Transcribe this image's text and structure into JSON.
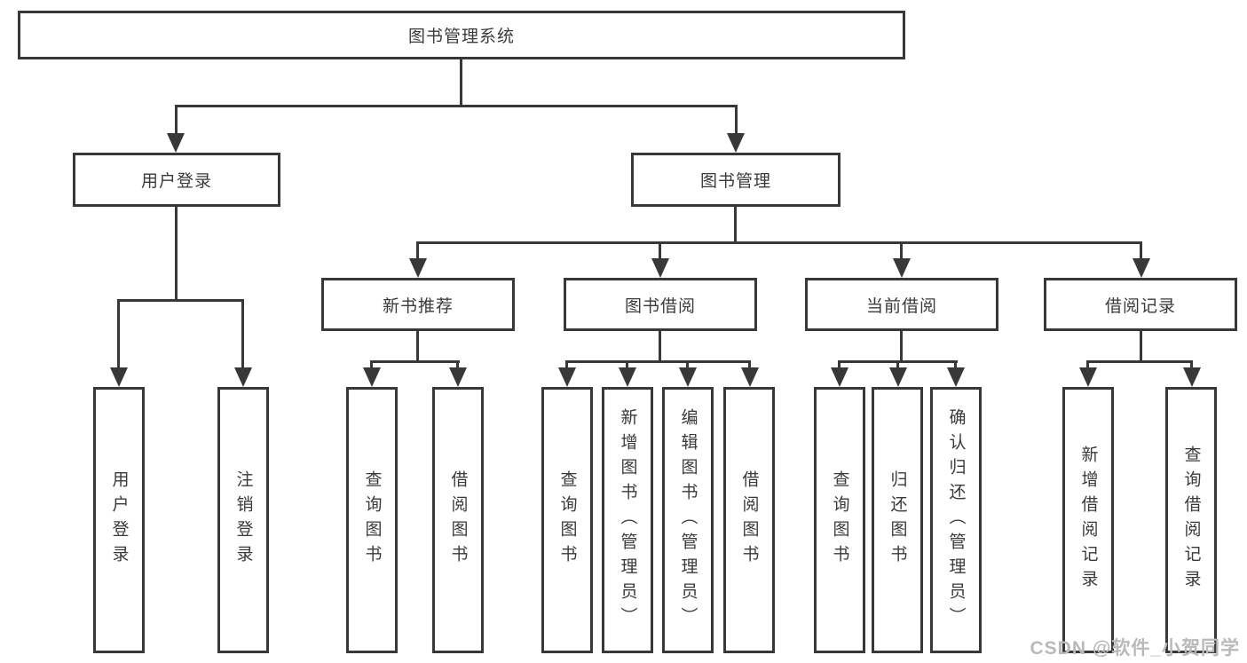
{
  "title": "图书管理系统",
  "tree": {
    "label": "图书管理系统",
    "children": [
      {
        "label": "用户登录",
        "children": [
          {
            "label": "用户登录"
          },
          {
            "label": "注销登录"
          }
        ]
      },
      {
        "label": "图书管理",
        "children": [
          {
            "label": "新书推荐",
            "children": [
              {
                "label": "查询图书"
              },
              {
                "label": "借阅图书"
              }
            ]
          },
          {
            "label": "图书借阅",
            "children": [
              {
                "label": "查询图书"
              },
              {
                "label": "新增图书（管理员）"
              },
              {
                "label": "编辑图书（管理员）"
              },
              {
                "label": "借阅图书"
              }
            ]
          },
          {
            "label": "当前借阅",
            "children": [
              {
                "label": "查询图书"
              },
              {
                "label": "归还图书"
              },
              {
                "label": "确认归还（管理员）"
              }
            ]
          },
          {
            "label": "借阅记录",
            "children": [
              {
                "label": "新增借阅记录"
              },
              {
                "label": "查询借阅记录"
              }
            ]
          }
        ]
      }
    ]
  },
  "watermark": "CSDN @软件_小贺同学",
  "colors": {
    "line": "#383838",
    "text": "#3a3a3a",
    "watermark": "#b9b9b9",
    "background": "#ffffff"
  }
}
